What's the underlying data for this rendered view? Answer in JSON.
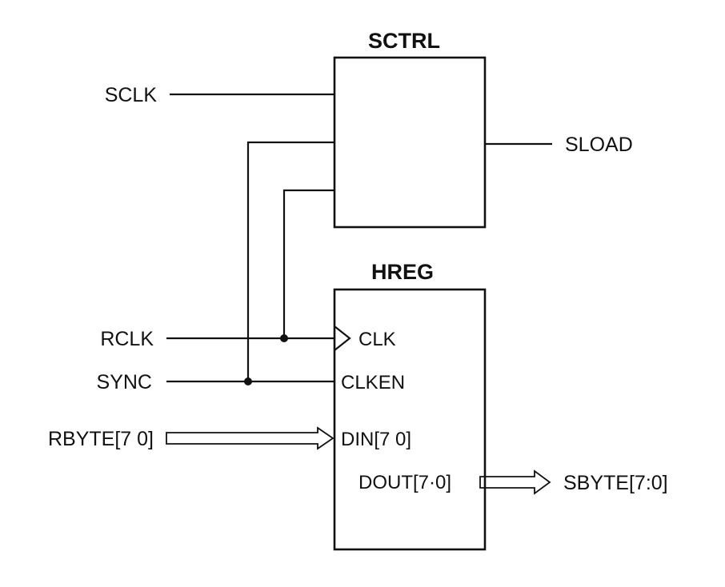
{
  "blocks": {
    "sctrl": {
      "title": "SCTRL"
    },
    "hreg": {
      "title": "HREG",
      "ports": {
        "clk": "CLK",
        "clken": "CLKEN",
        "din": "DIN[7 0]",
        "dout": "DOUT[7·0]"
      }
    }
  },
  "signals": {
    "sclk": "SCLK",
    "sload": "SLOAD",
    "rclk": "RCLK",
    "sync": "SYNC",
    "rbyte": "RBYTE[7 0]",
    "sbyte": "SBYTE[7:0]"
  }
}
